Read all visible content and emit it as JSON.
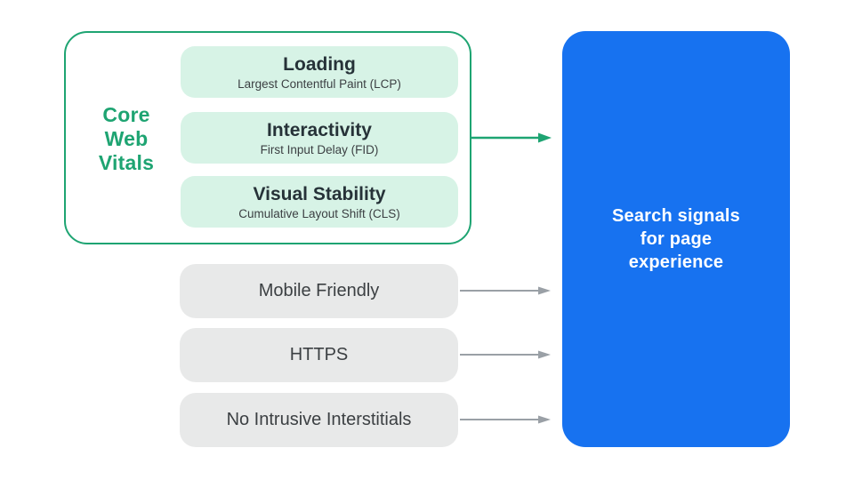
{
  "diagram": {
    "core_web_vitals": {
      "label": "Core\nWeb\nVitals",
      "items": [
        {
          "title": "Loading",
          "subtitle": "Largest Contentful Paint (LCP)"
        },
        {
          "title": "Interactivity",
          "subtitle": "First Input Delay (FID)"
        },
        {
          "title": "Visual Stability",
          "subtitle": "Cumulative Layout Shift (CLS)"
        }
      ]
    },
    "other_signals": [
      {
        "label": "Mobile Friendly"
      },
      {
        "label": "HTTPS"
      },
      {
        "label": "No Intrusive Interstitials"
      }
    ],
    "result": {
      "label": "Search signals\nfor page\nexperience"
    },
    "colors": {
      "green": "#1EA472",
      "mint": "#D7F3E6",
      "blue": "#1772F0",
      "gray_fill": "#E8E9E9",
      "dark_text": "#263238",
      "gray_text": "#3C4043",
      "arrow_gray": "#9AA0A6"
    }
  }
}
